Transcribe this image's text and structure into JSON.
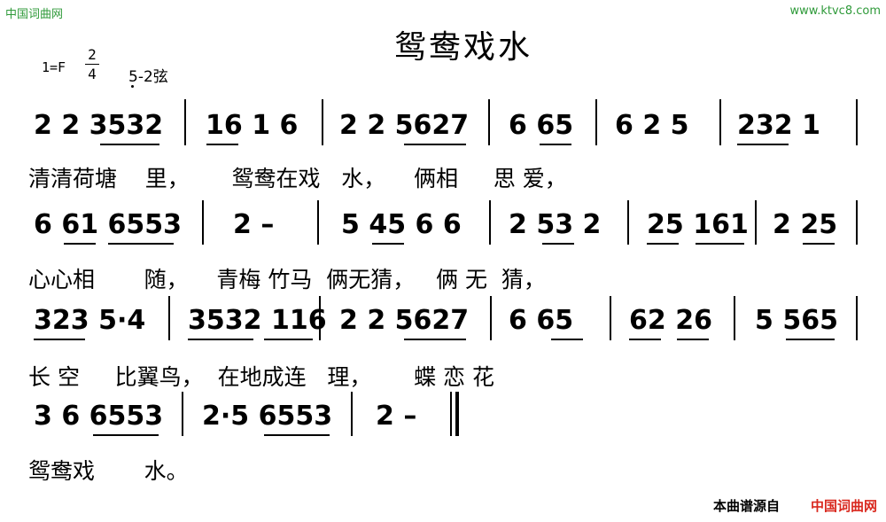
{
  "watermark_left": "中国词曲网",
  "watermark_right": "www.ktvc8.com",
  "title": "鸳鸯戏水",
  "key": "1=F",
  "meter": {
    "top": "2",
    "bottom": "4"
  },
  "strings": "5-2弦",
  "systems": [
    {
      "notes": [
        "2 2 3532",
        "16 1 6",
        "2 2 5627",
        "6 65",
        "6 2 5",
        "232 1"
      ],
      "lyrics": "清清荷塘    里，      鸳鸯在戏   水，    俩相     思 爱，"
    },
    {
      "notes": [
        "6 61 6553",
        "2 –",
        "5 45 6 6",
        "2 53 2",
        "25 161",
        "2 25"
      ],
      "lyrics": "心心相       随，    青梅 竹马  俩无猜，   俩 无  猜，"
    },
    {
      "notes": [
        "323 5·4",
        "3532 116",
        "2 2 5627",
        "6 65",
        "62 26",
        "5 565"
      ],
      "lyrics": "长 空     比翼鸟，  在地成连   理，      蝶 恋 花"
    },
    {
      "notes": [
        "3 6 6553",
        "2·5 6553",
        "2 –"
      ],
      "lyrics": "鸳鸯戏       水。"
    }
  ],
  "footer_label": "本曲谱源自",
  "footer_brand": "中国词曲网"
}
